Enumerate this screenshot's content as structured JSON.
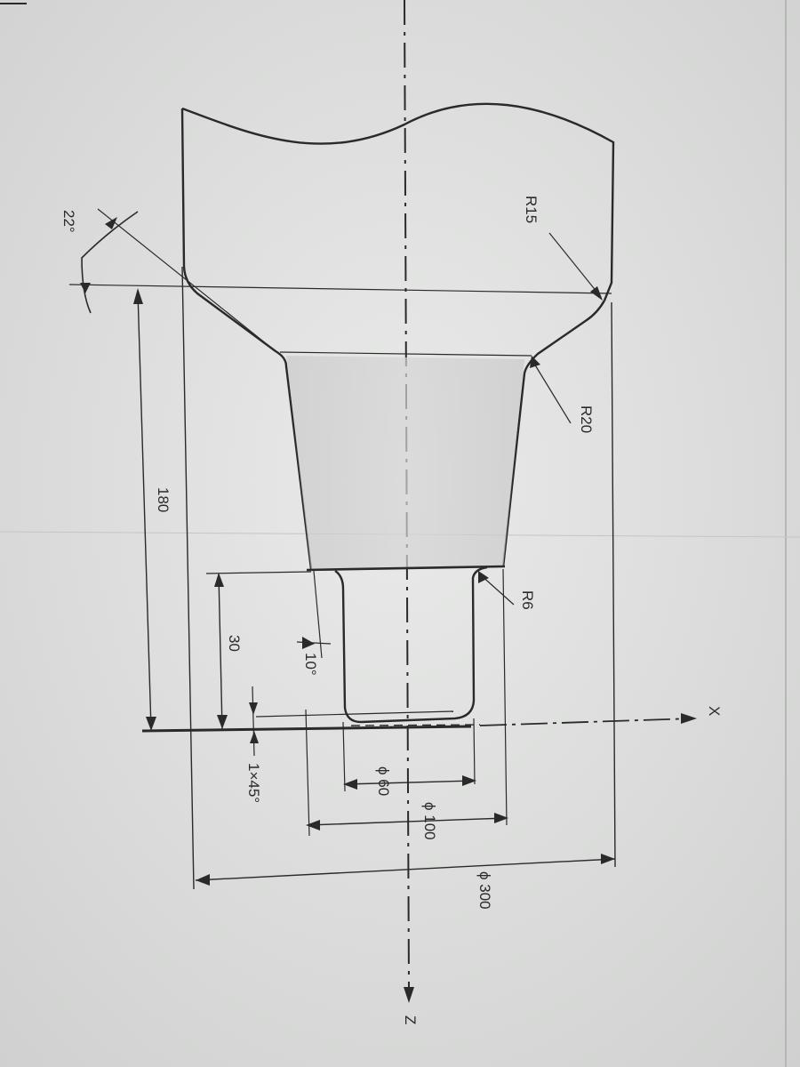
{
  "drawing": {
    "labels": {
      "r15": "R15",
      "r20": "R20",
      "r6": "R6",
      "angle_22": "22°",
      "angle_10": "10°",
      "dim_180": "180",
      "dim_30": "30",
      "chamfer": "1×45°",
      "dia_60": "ϕ 60",
      "dia_100": "ϕ 100",
      "dia_300": "ϕ 300",
      "axis_x": "X",
      "axis_z": "Z"
    },
    "colors": {
      "paper": "#e6e7e6",
      "line": "#2a2a2a",
      "shade": "#cfd0cf"
    }
  }
}
